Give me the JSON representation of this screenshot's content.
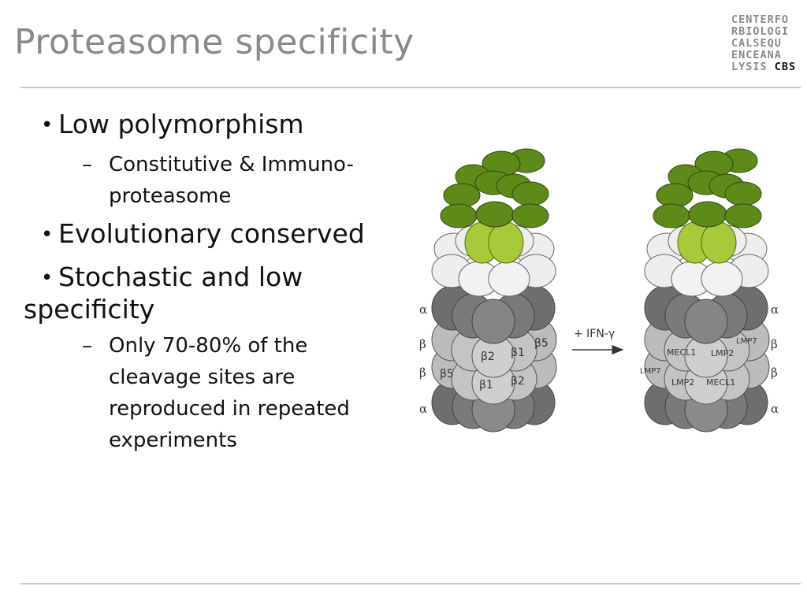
{
  "slide": {
    "title": "Proteasome specificity"
  },
  "logo": {
    "lines": [
      "CENTERFO",
      "RBIOLOGI",
      "CALSEQU",
      "ENCEANA"
    ],
    "last_line": "LYSIS",
    "brand": "CBS"
  },
  "bullets": [
    {
      "text": "Low polymorphism",
      "sub": [
        "Constitutive & Immuno-",
        "proteasome"
      ]
    },
    {
      "text": "Evolutionary conserved",
      "sub": []
    },
    {
      "text": "Stochastic and low",
      "text2": "specificity",
      "sub": [
        "Only 70-80% of the",
        "cleavage sites are",
        "reproduced in repeated",
        "experiments"
      ]
    }
  ],
  "figure": {
    "arrow_label": "+ IFN-γ",
    "ring_labels_left": [
      "α",
      "β",
      "β",
      "α"
    ],
    "ring_labels_right": [
      "α",
      "β",
      "β",
      "α"
    ],
    "constitutive_subunits": [
      "β2",
      "β1",
      "β5",
      "β5",
      "β1",
      "β2"
    ],
    "immuno_subunits": [
      "MECL1",
      "LMP2",
      "LMP7",
      "LMP7",
      "LMP2",
      "MECL1"
    ],
    "colors": {
      "dark_green": "#5e8a1a",
      "light_green": "#a8c93a",
      "white_ring": "#eeeeee",
      "dark_grey": "#6e6e6e",
      "light_grey": "#bdbdbd"
    }
  }
}
